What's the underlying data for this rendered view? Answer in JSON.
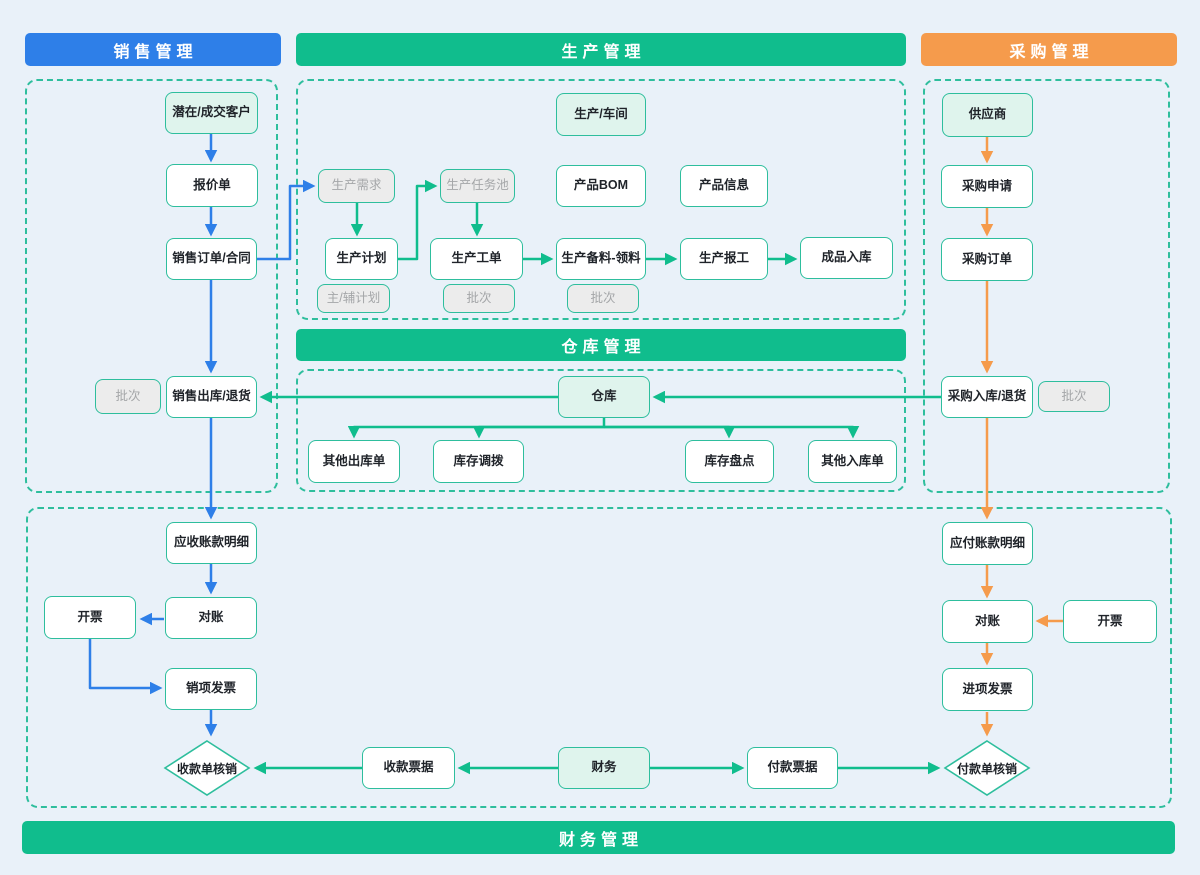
{
  "colors": {
    "background": "#E9F1F9",
    "blue": "#2E7FE8",
    "green": "#10BD8D",
    "orange": "#F59B4C",
    "node_border": "#2EBE9D",
    "highlight_fill": "#DFF4ED",
    "gray_fill": "#ECECEC",
    "gray_text": "#A4A6A8",
    "node_text": "#1F2329"
  },
  "sections": {
    "sales": {
      "header": "销售管理",
      "nodes": {
        "customer": "潜在/成交客户",
        "quotation": "报价单",
        "sales_order": "销售订单/合同",
        "batch": "批次",
        "sales_outbound": "销售出库/退货"
      }
    },
    "production": {
      "header": "生产管理",
      "nodes": {
        "workshop": "生产/车间",
        "prod_demand": "生产需求",
        "prod_task_pool": "生产任务池",
        "product_bom": "产品BOM",
        "product_info": "产品信息",
        "prod_plan": "生产计划",
        "main_aux_plan": "主/辅计划",
        "prod_workorder": "生产工单",
        "batch_workorder": "批次",
        "prod_material": "生产备料-领料",
        "batch_material": "批次",
        "prod_report": "生产报工",
        "finished_inbound": "成品入库"
      }
    },
    "warehouse": {
      "header": "仓库管理",
      "nodes": {
        "warehouse": "仓库",
        "other_outbound": "其他出库单",
        "stock_transfer": "库存调拨",
        "stock_count": "库存盘点",
        "other_inbound": "其他入库单"
      }
    },
    "purchase": {
      "header": "采购管理",
      "nodes": {
        "supplier": "供应商",
        "purchase_request": "采购申请",
        "purchase_order": "采购订单",
        "purchase_inbound": "采购入库/退货",
        "batch": "批次"
      }
    },
    "finance": {
      "header": "财务管理",
      "nodes": {
        "ar_detail": "应收账款明细",
        "reconcile_ar": "对账",
        "invoice_ar": "开票",
        "sales_invoice": "销项发票",
        "receipt_writeoff": "收款单核销",
        "receipt_note": "收款票据",
        "finance": "财务",
        "payment_note": "付款票据",
        "payment_writeoff": "付款单核销",
        "ap_detail": "应付账款明细",
        "reconcile_ap": "对账",
        "invoice_ap": "开票",
        "purchase_invoice": "进项发票"
      }
    }
  }
}
